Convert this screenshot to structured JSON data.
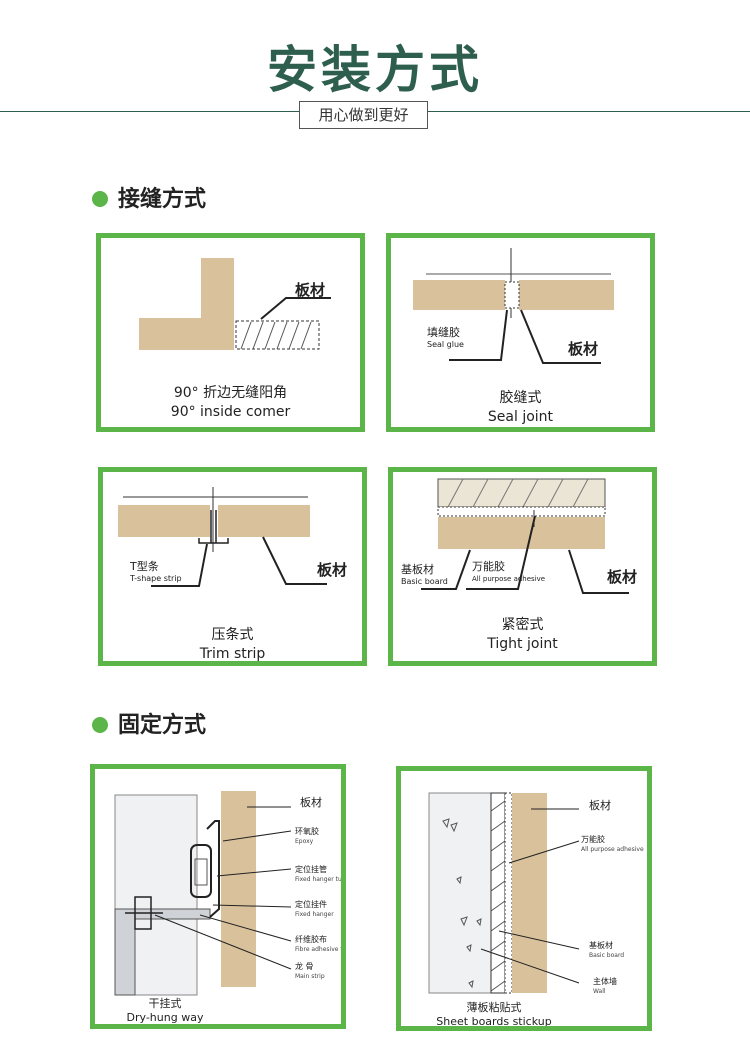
{
  "header": {
    "title": "安装方式",
    "subtitle": "用心做到更好"
  },
  "sections": [
    {
      "title": "接缝方式"
    },
    {
      "title": "固定方式"
    }
  ],
  "joints": [
    {
      "label": "板材",
      "caption_cn": "90° 折边无缝阳角",
      "caption_en": "90° inside comer"
    },
    {
      "label": "板材",
      "glue_cn": "填缝胶",
      "glue_en": "Seal glue",
      "caption_cn": "胶缝式",
      "caption_en": "Seal joint"
    },
    {
      "label": "板材",
      "strip_cn": "T型条",
      "strip_en": "T-shape strip",
      "caption_cn": "压条式",
      "caption_en": "Trim strip"
    },
    {
      "label": "板材",
      "base_cn": "基板材",
      "base_en": "Basic board",
      "adh_cn": "万能胶",
      "adh_en": "All purpose adhesive",
      "caption_cn": "紧密式",
      "caption_en": "Tight joint"
    }
  ],
  "fixing": [
    {
      "caption_cn": "干挂式",
      "caption_en": "Dry-hung way",
      "labels": [
        {
          "cn": "板材",
          "en": ""
        },
        {
          "cn": "环氧胶",
          "en": "Epoxy"
        },
        {
          "cn": "定位挂管",
          "en": "Fixed hanger tube"
        },
        {
          "cn": "定位挂件",
          "en": "Fixed hanger"
        },
        {
          "cn": "纤维胶布",
          "en": "Fibre adhesive tape"
        },
        {
          "cn": "龙 骨",
          "en": "Main strip"
        }
      ]
    },
    {
      "caption_cn": "薄板粘贴式",
      "caption_en": "Sheet boards stickup",
      "labels": [
        {
          "cn": "板材",
          "en": ""
        },
        {
          "cn": "万能胶",
          "en": "All purpose adhesive"
        },
        {
          "cn": "基板材",
          "en": "Basic board"
        },
        {
          "cn": "主体墙",
          "en": "Wall"
        }
      ]
    }
  ],
  "colors": {
    "accent": "#5cb548",
    "title": "#2e5e4e",
    "board": "#d9c29b"
  }
}
